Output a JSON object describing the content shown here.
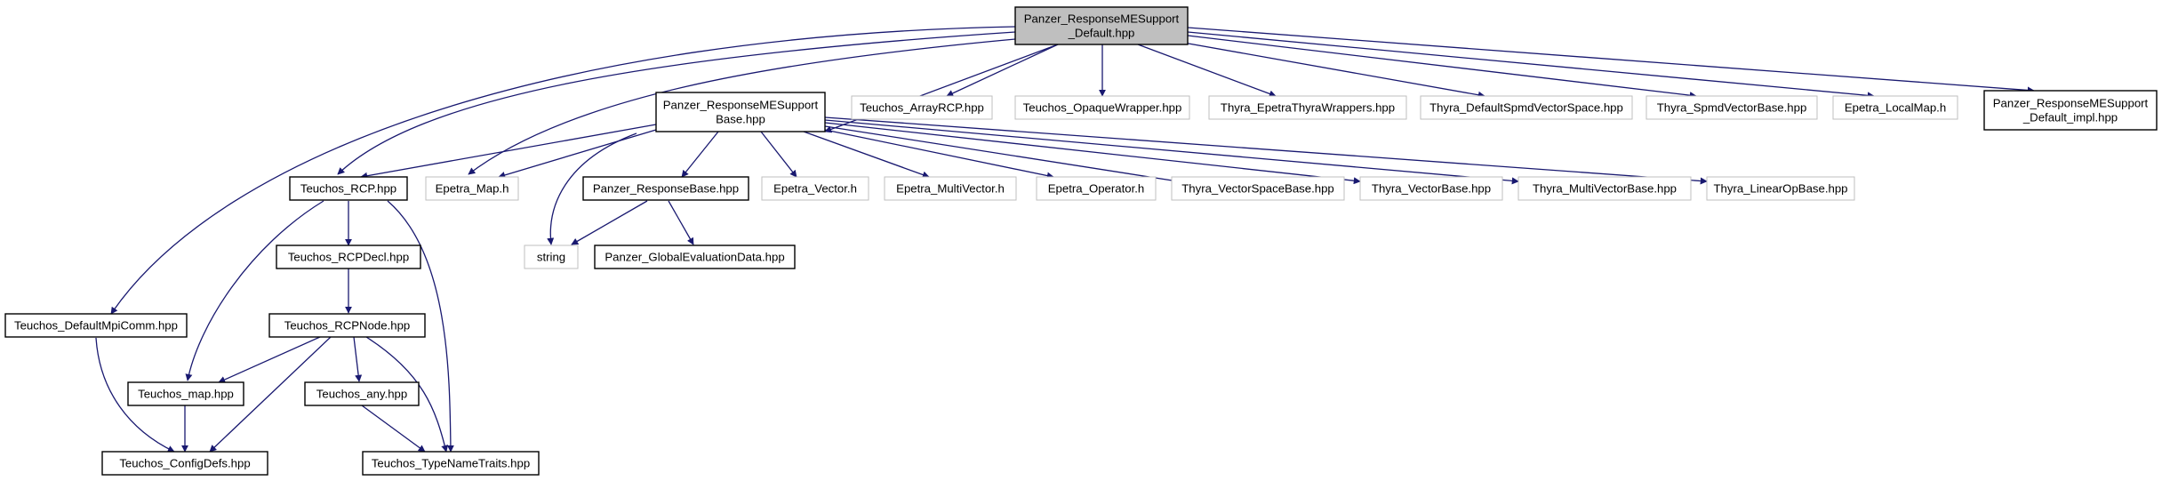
{
  "colors": {
    "edge": "#191970",
    "root_fill": "#bfbfbf",
    "node_fill": "#ffffff",
    "border_documented": "#000000",
    "border_external": "#bfbfbf"
  },
  "nodes": {
    "root": {
      "lines": [
        "Panzer_ResponseMESupport",
        "_Default.hpp"
      ],
      "kind": "root"
    },
    "base": {
      "lines": [
        "Panzer_ResponseMESupport",
        "Base.hpp"
      ],
      "kind": "documented"
    },
    "arrayrcp": {
      "lines": [
        "Teuchos_ArrayRCP.hpp"
      ],
      "kind": "external"
    },
    "opaque": {
      "lines": [
        "Teuchos_OpaqueWrapper.hpp"
      ],
      "kind": "external"
    },
    "epetrathyra": {
      "lines": [
        "Thyra_EpetraThyraWrappers.hpp"
      ],
      "kind": "external"
    },
    "defspmd": {
      "lines": [
        "Thyra_DefaultSpmdVectorSpace.hpp"
      ],
      "kind": "external"
    },
    "spmdbase": {
      "lines": [
        "Thyra_SpmdVectorBase.hpp"
      ],
      "kind": "external"
    },
    "localmap": {
      "lines": [
        "Epetra_LocalMap.h"
      ],
      "kind": "external"
    },
    "impl": {
      "lines": [
        "Panzer_ResponseMESupport",
        "_Default_impl.hpp"
      ],
      "kind": "documented"
    },
    "rcp": {
      "lines": [
        "Teuchos_RCP.hpp"
      ],
      "kind": "documented"
    },
    "epmap": {
      "lines": [
        "Epetra_Map.h"
      ],
      "kind": "external"
    },
    "respbase": {
      "lines": [
        "Panzer_ResponseBase.hpp"
      ],
      "kind": "documented"
    },
    "epvec": {
      "lines": [
        "Epetra_Vector.h"
      ],
      "kind": "external"
    },
    "epmv": {
      "lines": [
        "Epetra_MultiVector.h"
      ],
      "kind": "external"
    },
    "epop": {
      "lines": [
        "Epetra_Operator.h"
      ],
      "kind": "external"
    },
    "vsb": {
      "lines": [
        "Thyra_VectorSpaceBase.hpp"
      ],
      "kind": "external"
    },
    "vb": {
      "lines": [
        "Thyra_VectorBase.hpp"
      ],
      "kind": "external"
    },
    "mvb": {
      "lines": [
        "Thyra_MultiVectorBase.hpp"
      ],
      "kind": "external"
    },
    "lob": {
      "lines": [
        "Thyra_LinearOpBase.hpp"
      ],
      "kind": "external"
    },
    "string": {
      "lines": [
        "string"
      ],
      "kind": "external"
    },
    "ged": {
      "lines": [
        "Panzer_GlobalEvaluationData.hpp"
      ],
      "kind": "documented"
    },
    "rcpdecl": {
      "lines": [
        "Teuchos_RCPDecl.hpp"
      ],
      "kind": "documented"
    },
    "rcpnode": {
      "lines": [
        "Teuchos_RCPNode.hpp"
      ],
      "kind": "documented"
    },
    "mpicomm": {
      "lines": [
        "Teuchos_DefaultMpiComm.hpp"
      ],
      "kind": "documented"
    },
    "map": {
      "lines": [
        "Teuchos_map.hpp"
      ],
      "kind": "documented"
    },
    "any": {
      "lines": [
        "Teuchos_any.hpp"
      ],
      "kind": "documented"
    },
    "config": {
      "lines": [
        "Teuchos_ConfigDefs.hpp"
      ],
      "kind": "documented"
    },
    "typename": {
      "lines": [
        "Teuchos_TypeNameTraits.hpp"
      ],
      "kind": "documented"
    }
  }
}
